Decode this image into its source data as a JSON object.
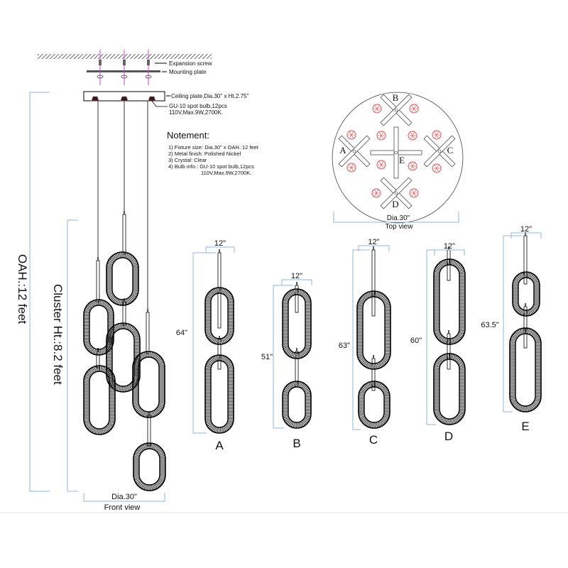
{
  "front_view": {
    "expansion_screw": "Expansion screw",
    "mounting_plate": "Mounting plate",
    "ceiling_plate": "Ceiling plate,Dia.30\" x Ht.2.75\"",
    "bulb_line1": "GU-10 spot bulb,12pcs",
    "bulb_line2": "110V,Max.9W,2700K.",
    "oah": "OAH.:12 feet",
    "cluster_height": "Cluster Ht.:8.2 feet",
    "diameter": "Dia.30\"",
    "caption": "Front view"
  },
  "notes": {
    "title": "Notement:",
    "items": [
      "1) Fixture size: Dia.30\" x OAH.:12 feet",
      "2) Metal finish: Polished Nickel",
      "3) Crystal: Clear",
      "4) Bulb info.: GU-10 spot bulb,12pcs",
      "110V,Max.9W,2700K."
    ]
  },
  "top_view": {
    "labels": [
      "A",
      "B",
      "C",
      "D",
      "E"
    ],
    "diameter": "Dia.30\"",
    "caption": "Top view"
  },
  "pendants": [
    {
      "letter": "A",
      "width": "12\"",
      "height": "64\""
    },
    {
      "letter": "B",
      "width": "12\"",
      "height": "51\""
    },
    {
      "letter": "C",
      "width": "12\"",
      "height": "63\""
    },
    {
      "letter": "D",
      "width": "12\"",
      "height": "60\""
    },
    {
      "letter": "E",
      "width": "12\"",
      "height": "63.5\""
    }
  ],
  "colors": {
    "dimension": "#8fb4e0",
    "screw": "#d040d0",
    "bulb": "#e04040"
  }
}
